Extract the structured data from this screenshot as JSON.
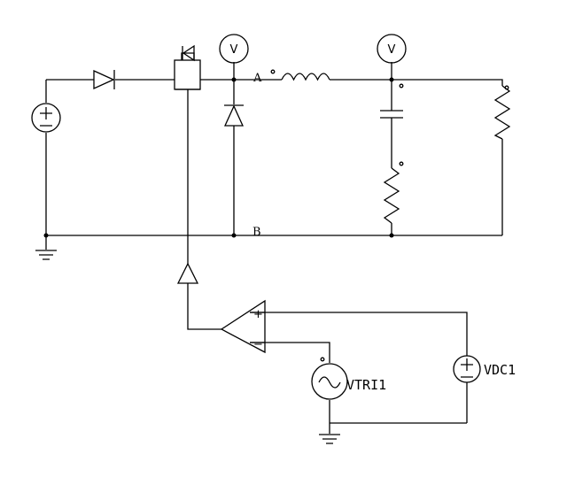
{
  "labels": {
    "node_a": "A",
    "node_b": "B",
    "vtri": "VTRI1",
    "vdc": "VDC1"
  },
  "meters": {
    "left": "V",
    "right": "V"
  },
  "comparator": {
    "plus": "+",
    "minus": "−"
  }
}
